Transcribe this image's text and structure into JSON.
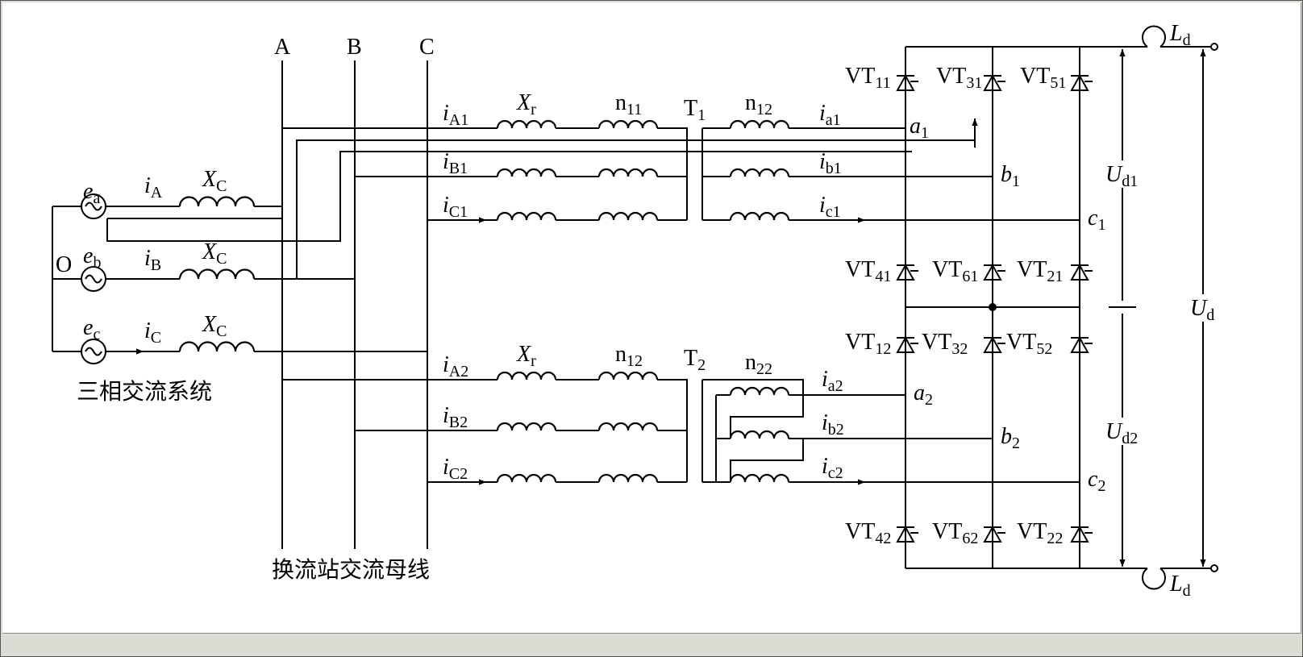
{
  "diagram": {
    "system_label": "三相交流系统",
    "bus_label": "换流站交流母线",
    "neutral": "O",
    "buses": [
      "A",
      "B",
      "C"
    ],
    "sources": [
      {
        "e": "e",
        "e_sub": "a",
        "i": "i",
        "i_sub": "A",
        "x": "X",
        "x_sub": "C"
      },
      {
        "e": "e",
        "e_sub": "b",
        "i": "i",
        "i_sub": "B",
        "x": "X",
        "x_sub": "C"
      },
      {
        "e": "e",
        "e_sub": "c",
        "i": "i",
        "i_sub": "C",
        "x": "X",
        "x_sub": "C"
      }
    ],
    "t1": {
      "name": "T",
      "name_sub": "1",
      "xr": "X",
      "xr_sub": "r",
      "n_prim": "n",
      "n_prim_sub": "11",
      "n_sec": "n",
      "n_sec_sub": "12",
      "prim_currents": [
        {
          "i": "i",
          "sub": "A1"
        },
        {
          "i": "i",
          "sub": "B1"
        },
        {
          "i": "i",
          "sub": "C1"
        }
      ],
      "sec_currents": [
        {
          "i": "i",
          "sub": "a1"
        },
        {
          "i": "i",
          "sub": "b1"
        },
        {
          "i": "i",
          "sub": "c1"
        }
      ],
      "nodes": [
        {
          "n": "a",
          "sub": "1"
        },
        {
          "n": "b",
          "sub": "1"
        },
        {
          "n": "c",
          "sub": "1"
        }
      ]
    },
    "t2": {
      "name": "T",
      "name_sub": "2",
      "xr": "X",
      "xr_sub": "r",
      "n_prim": "n",
      "n_prim_sub": "12",
      "n_sec": "n",
      "n_sec_sub": "22",
      "prim_currents": [
        {
          "i": "i",
          "sub": "A2"
        },
        {
          "i": "i",
          "sub": "B2"
        },
        {
          "i": "i",
          "sub": "C2"
        }
      ],
      "sec_currents": [
        {
          "i": "i",
          "sub": "a2"
        },
        {
          "i": "i",
          "sub": "b2"
        },
        {
          "i": "i",
          "sub": "c2"
        }
      ],
      "nodes": [
        {
          "n": "a",
          "sub": "2"
        },
        {
          "n": "b",
          "sub": "2"
        },
        {
          "n": "c",
          "sub": "2"
        }
      ]
    },
    "thyristors": {
      "top1": [
        {
          "n": "VT",
          "sub": "11"
        },
        {
          "n": "VT",
          "sub": "31"
        },
        {
          "n": "VT",
          "sub": "51"
        }
      ],
      "bot1": [
        {
          "n": "VT",
          "sub": "41"
        },
        {
          "n": "VT",
          "sub": "61"
        },
        {
          "n": "VT",
          "sub": "21"
        }
      ],
      "top2": [
        {
          "n": "VT",
          "sub": "12"
        },
        {
          "n": "VT",
          "sub": "32"
        },
        {
          "n": "VT",
          "sub": "52"
        }
      ],
      "bot2": [
        {
          "n": "VT",
          "sub": "42"
        },
        {
          "n": "VT",
          "sub": "62"
        },
        {
          "n": "VT",
          "sub": "22"
        }
      ]
    },
    "dc": {
      "ld": "L",
      "ld_sub": "d",
      "ud1": "U",
      "ud1_sub": "d1",
      "ud2": "U",
      "ud2_sub": "d2",
      "ud": "U",
      "ud_sub": "d"
    }
  }
}
